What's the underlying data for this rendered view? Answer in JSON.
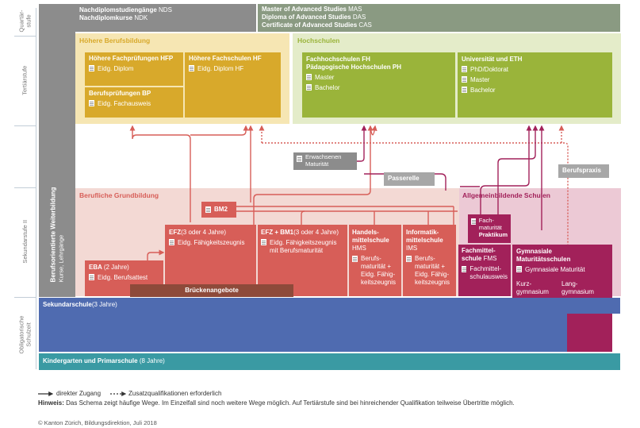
{
  "stages": {
    "quartaer": "Quartär-\nstufe",
    "tertiaer": "Tertiärstufe",
    "sek2": "Sekundarstufe II",
    "obligatorisch": "Obligatorische\nSchulzeit"
  },
  "weiterbildung": {
    "title": "Berufsorientierte Weiterbildung",
    "subtitle": "Kurse, Lehrgänge"
  },
  "quartaer": {
    "left": [
      {
        "label": "Nachdiplomstudiengänge",
        "abbr": "NDS"
      },
      {
        "label": "Nachdiplomkurse",
        "abbr": "NDK"
      }
    ],
    "right": [
      {
        "label": "Master of Advanced Studies",
        "abbr": "MAS"
      },
      {
        "label": "Diploma of Advanced Studies",
        "abbr": "DAS"
      },
      {
        "label": "Certificate of Advanced Studies",
        "abbr": "CAS"
      }
    ]
  },
  "hbb": {
    "title": "Höhere Berufsbildung",
    "hfp": {
      "title": "Höhere Fachprüfungen HFP",
      "item": "Eidg. Diplom"
    },
    "bp": {
      "title": "Berufsprüfungen BP",
      "item": "Eidg. Fachausweis"
    },
    "hf": {
      "title": "Höhere Fachschulen HF",
      "item": "Eidg. Diplom HF"
    }
  },
  "hochschulen": {
    "title": "Hochschulen",
    "fh": {
      "title1": "Fachhochschulen FH",
      "title2": "Pädagogische Hochschulen PH",
      "items": [
        "Master",
        "Bachelor"
      ]
    },
    "uni": {
      "title": "Universität und ETH",
      "items": [
        "PhD/Doktorat",
        "Master",
        "Bachelor"
      ]
    }
  },
  "mid": {
    "erwachsenen": "Erwachsenen\nMaturität",
    "passerelle": "Passerelle",
    "berufspraxis": "Berufspraxis"
  },
  "bg": {
    "title": "Berufliche Grundbildung",
    "bm2": "BM2",
    "efz": {
      "title": "EFZ",
      "sub": "(3 oder 4 Jahre)",
      "item": "Eidg. Fähigkeitszeugnis"
    },
    "efzbm1": {
      "title": "EFZ + BM1",
      "sub": "(3 oder 4 Jahre)",
      "item1": "Eidg. Fähigkeitszeugnis",
      "item2": "mit Berufsmaturität"
    },
    "hms": {
      "title1": "Handels-",
      "title2": "mittelschule",
      "abbr": "HMS",
      "items": [
        "Berufs-",
        "maturität +",
        "Eidg. Fähig-",
        "keitszeugnis"
      ]
    },
    "ims": {
      "title1": "Informatik-",
      "title2": "mittelschule",
      "abbr": "IMS",
      "items": [
        "Berufs-",
        "maturität +",
        "Eidg. Fähig-",
        "keitszeugnis"
      ]
    },
    "eba": {
      "title": "EBA",
      "sub": "(2 Jahre)",
      "item": "Eidg. Berufsattest"
    },
    "bruecke": "Brückenangebote"
  },
  "allg": {
    "title": "Allgemeinbildende Schulen",
    "fm": {
      "l1": "Fach-",
      "l2": "maturität",
      "l3": "Praktikum"
    },
    "fms": {
      "t1": "Fachmittel-",
      "t2": "schule",
      "abbr": "FMS",
      "i1": "Fachmittel-",
      "i2": "schulausweis"
    },
    "gym": {
      "t1": "Gymnasiale",
      "t2": "Maturitätsschulen",
      "item": "Gymnasiale Maturität",
      "kurz1": "Kurz-",
      "kurz2": "gymnasium",
      "lang1": "Lang-",
      "lang2": "gymnasium"
    }
  },
  "oblig": {
    "sek": {
      "label": "Sekundarschule",
      "sub": "(3 Jahre)"
    },
    "kg": {
      "label": "Kindergarten und Primarschule",
      "sub": "(8 Jahre)"
    }
  },
  "legend": {
    "direkt": "direkter Zugang",
    "zusatz": "Zusatzqualifikationen erforderlich",
    "hinweis_label": "Hinweis:",
    "hinweis": "Das Schema zeigt häufige Wege. Im Einzelfall sind noch weitere Wege möglich. Auf Tertiärstufe sind bei hinreichender Qualifikation teilweise Übertritte möglich."
  },
  "copyright": "© Kanton Zürich, Bildungsdirektion, Juli 2018",
  "colors": {
    "grey_dark": "#8c8c8c",
    "hbb_light": "#f6e6b3",
    "hbb_dark": "#d8a92b",
    "hs_light": "#e4ecc9",
    "hs_dark": "#9ab43a",
    "bg_light": "#f3d9d4",
    "bg_dark": "#d75e58",
    "allg_light": "#ecc9d5",
    "allg_dark": "#a2215a",
    "sek": "#4f6bb0",
    "kg": "#3a9aa3"
  }
}
